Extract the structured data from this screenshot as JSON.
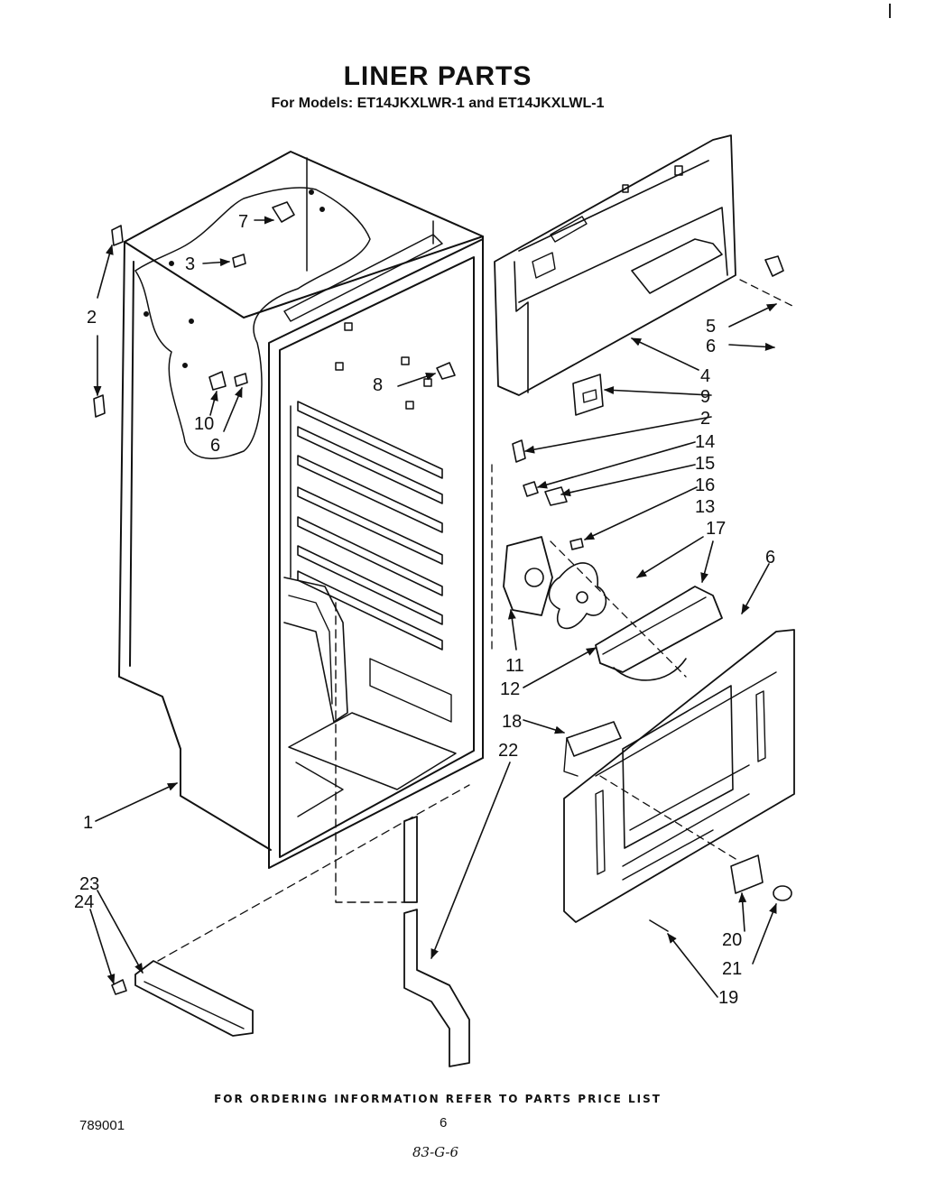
{
  "title": "LINER PARTS",
  "subtitle": "For Models: ET14JKXLWR-1 and ET14JKXLWL-1",
  "callouts": {
    "c1": "1",
    "c2a": "2",
    "c2b": "2",
    "c3": "3",
    "c4": "4",
    "c5": "5",
    "c6a": "6",
    "c6b": "6",
    "c6c": "6",
    "c7": "7",
    "c8": "8",
    "c9": "9",
    "c10": "10",
    "c11": "11",
    "c12": "12",
    "c13": "13",
    "c14": "14",
    "c15": "15",
    "c16": "16",
    "c17": "17",
    "c18": "18",
    "c19": "19",
    "c20": "20",
    "c21": "21",
    "c22": "22",
    "c23": "23",
    "c24": "24"
  },
  "footer": "FOR ORDERING INFORMATION REFER TO PARTS PRICE LIST",
  "doc_number": "789001",
  "page_number": "6",
  "handwritten_note": "83-G-6"
}
